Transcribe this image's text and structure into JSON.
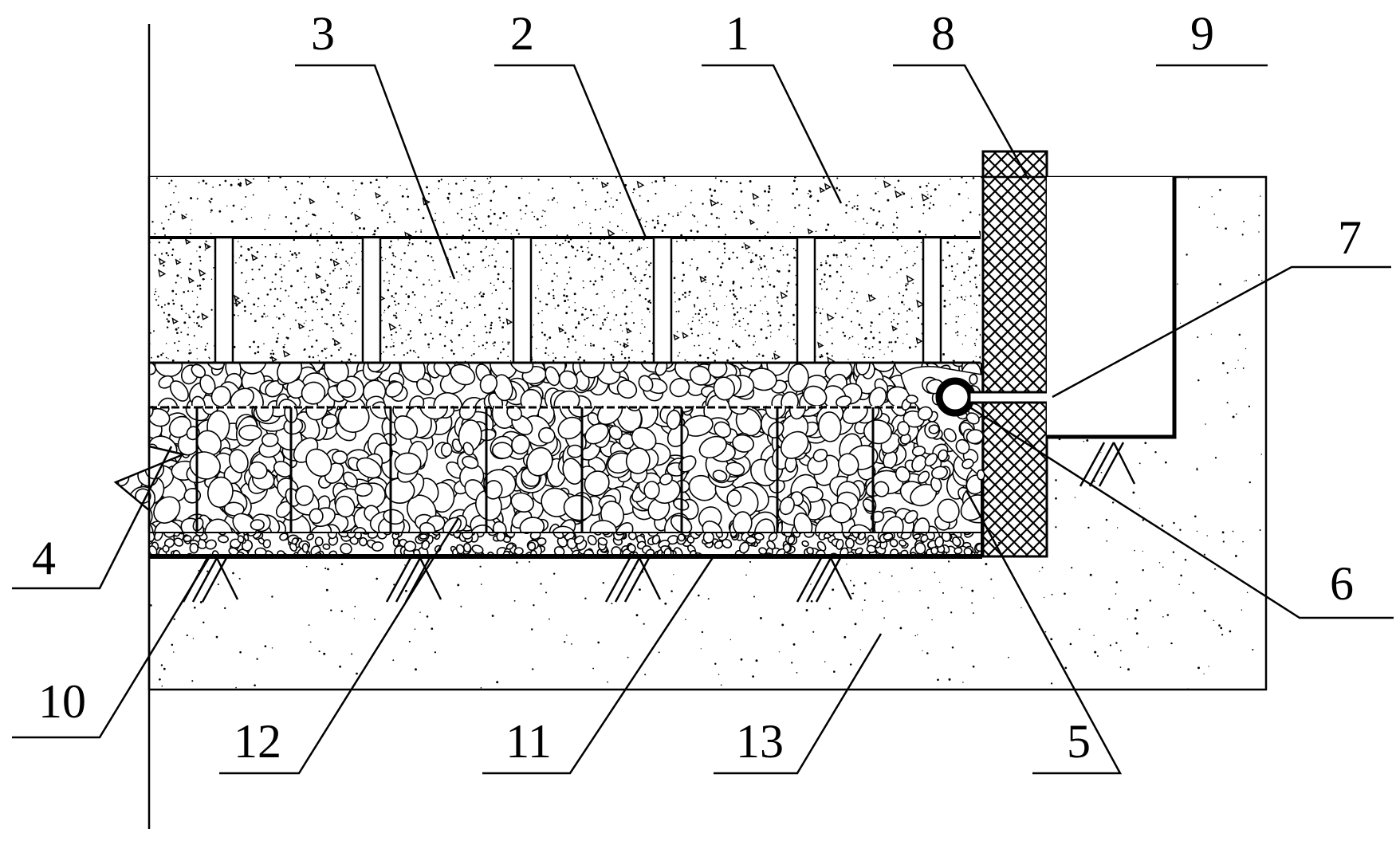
{
  "labels": {
    "l1": "1",
    "l2": "2",
    "l3": "3",
    "l4": "4",
    "l5": "5",
    "l6": "6",
    "l7": "7",
    "l8": "8",
    "l9": "9",
    "l10": "10",
    "l11": "11",
    "l12": "12",
    "l13": "13"
  },
  "colors": {
    "line": "#000000",
    "fill": "#ffffff",
    "speckle": "#222222"
  }
}
